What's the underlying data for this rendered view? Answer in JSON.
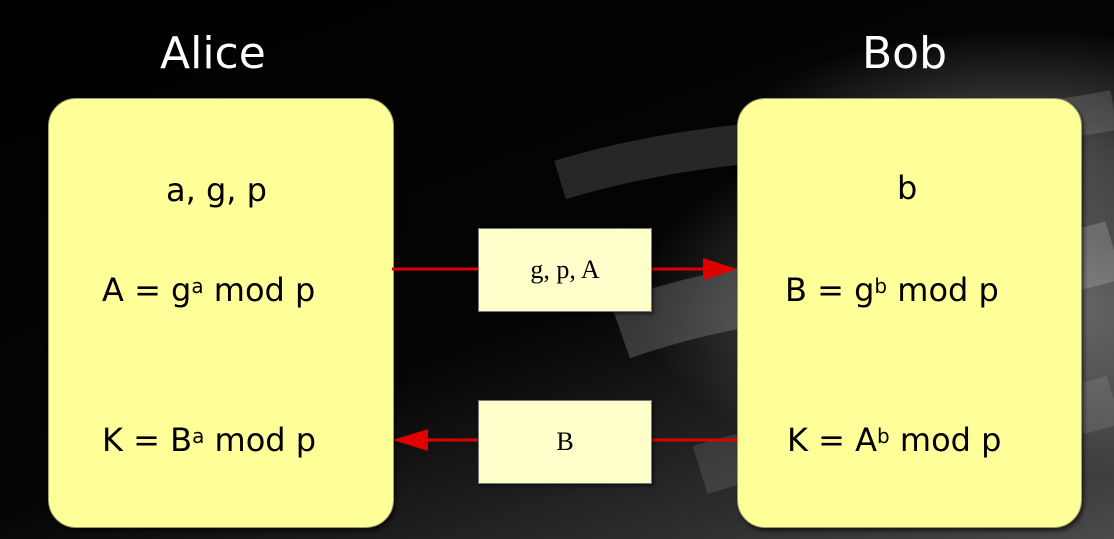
{
  "parties": {
    "alice": {
      "name": "Alice",
      "vars": "a, g, p",
      "public_lhs": "A = g",
      "public_exp": "a",
      "public_rhs": " mod p",
      "key_lhs": "K = B",
      "key_exp": "a",
      "key_rhs": " mod p"
    },
    "bob": {
      "name": "Bob",
      "vars": "b",
      "public_lhs": "B = g",
      "public_exp": "b",
      "public_rhs": " mod p",
      "key_lhs": "K = A",
      "key_exp": "b",
      "key_rhs": " mod p"
    }
  },
  "messages": {
    "to_bob": "g, p, A",
    "to_alice": "B"
  },
  "colors": {
    "panel": "#ffff99",
    "message_box": "#ffffcc",
    "arrow": "#e00000",
    "name_text": "#ffffff"
  }
}
